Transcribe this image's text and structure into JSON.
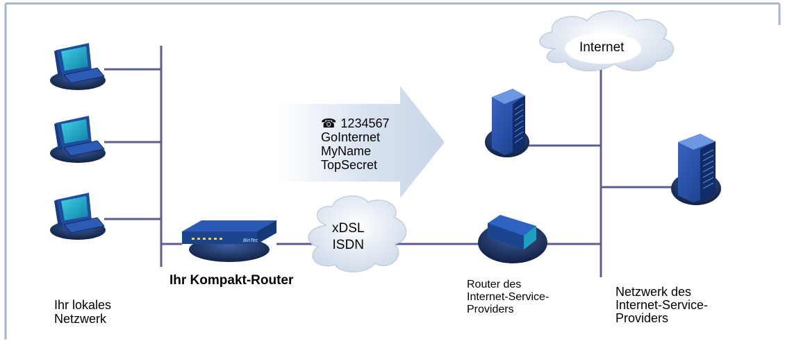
{
  "labels": {
    "internet": "Internet",
    "local_network": [
      "Ihr lokales",
      "Netzwerk"
    ],
    "compact_router": "Ihr Kompakt-Router",
    "wan": [
      "xDSL",
      "ISDN"
    ],
    "isp_router": [
      "Router des",
      "Internet-Service-",
      "Providers"
    ],
    "isp_network": [
      "Netzwerk des",
      "Internet-Service-",
      "Providers"
    ],
    "router_brand": "BinTec"
  },
  "credentials": {
    "phone_icon": "phone-icon",
    "phone": "1234567",
    "provider": "GoInternet",
    "user": "MyName",
    "password": "TopSecret"
  },
  "colors": {
    "frame": "#a9b5c9",
    "line": "#5b5e8c",
    "device_blue": "#1f4d9e",
    "screen": "#18a9c9",
    "cloud": "#dce6f2"
  }
}
